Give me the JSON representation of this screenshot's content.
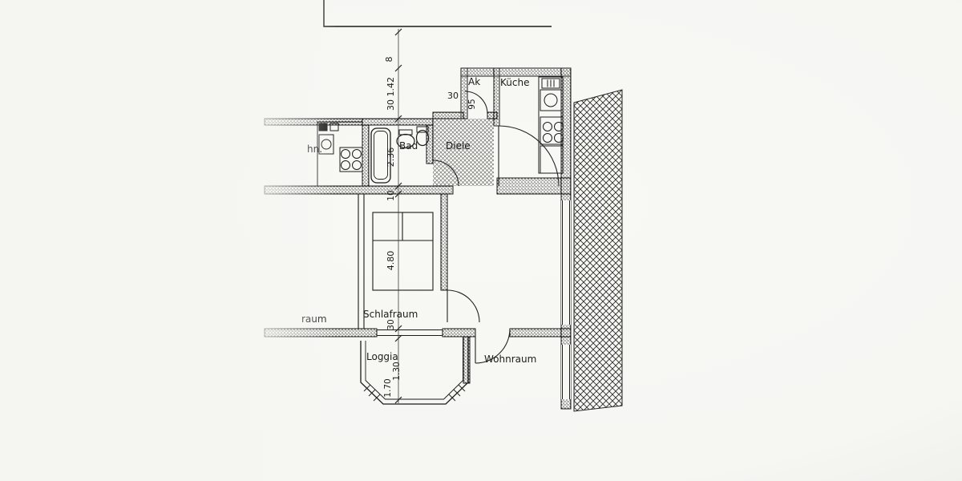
{
  "plan": {
    "rooms": {
      "ak": "Ak",
      "kueche": "Küche",
      "bad": "Bad",
      "diele": "Diele",
      "schlafraum": "Schlafraum",
      "loggia": "Loggia",
      "wohnraum": "Wohnraum",
      "cutoff_room_top": "hn.",
      "cutoff_room_bottom": "raum"
    },
    "dimensions": {
      "frame_top": "8",
      "kueche_depth": "30 1.42",
      "ak_width": "30",
      "ak_depth": "95",
      "bad_depth": "2.36",
      "wall_thickness": "10",
      "schlafraum_depth": "4.80",
      "wall_below_schlafraum": "30",
      "loggia_depth": "1.30",
      "loggia_width": "1.70"
    },
    "colors": {
      "ink": "#222222",
      "paper": "#f6f6f3"
    }
  }
}
